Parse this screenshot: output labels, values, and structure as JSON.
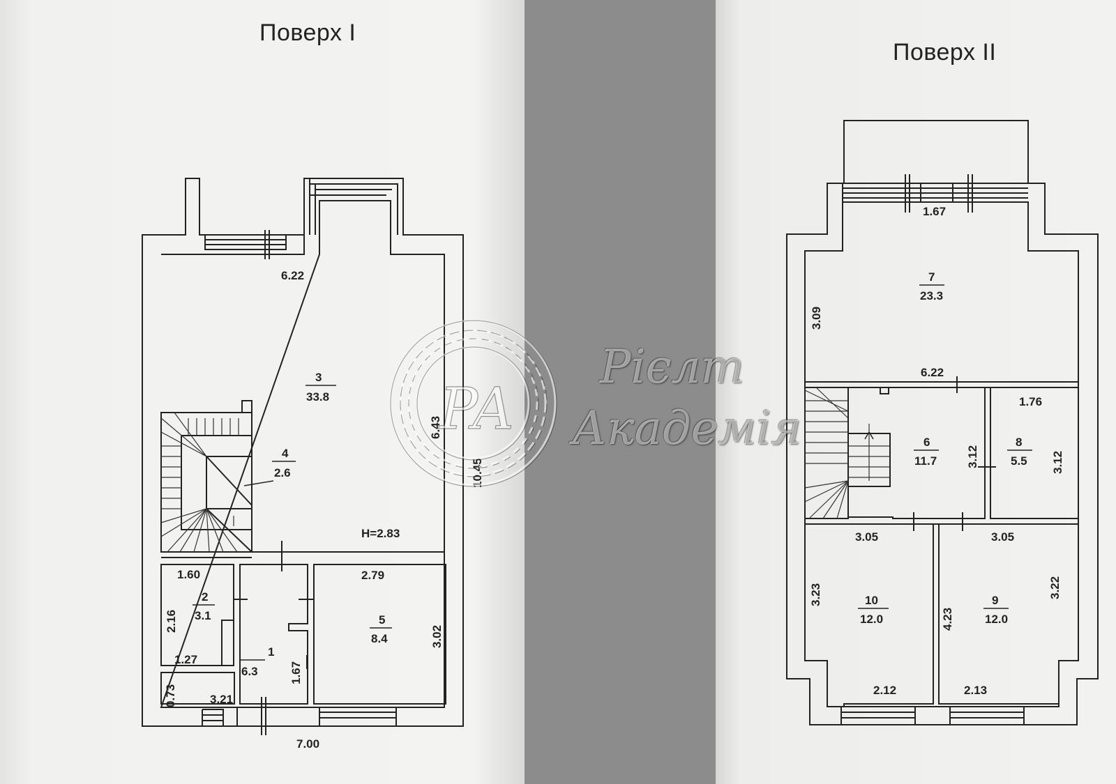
{
  "floor1": {
    "title": "Поверх I",
    "rooms": [
      {
        "num": "1",
        "area": "6.3"
      },
      {
        "num": "2",
        "area": "3.1"
      },
      {
        "num": "3",
        "area": "33.8"
      },
      {
        "num": "4",
        "area": "2.6"
      },
      {
        "num": "5",
        "area": "8.4"
      }
    ],
    "dims": {
      "width_top": "6.22",
      "height_room3": "6.43",
      "total_length": "10.45",
      "ceiling": "H=2.83",
      "room2_width": "1.60",
      "room2_height": "2.16",
      "room1_width": "1.27",
      "room1_height": "1.67",
      "porch_height": "0.73",
      "porch_width": "3.21",
      "room5_width": "2.79",
      "room5_height": "3.02",
      "total_width": "7.00"
    }
  },
  "floor2": {
    "title": "Поверх II",
    "rooms": [
      {
        "num": "6",
        "area": "11.7"
      },
      {
        "num": "7",
        "area": "23.3"
      },
      {
        "num": "8",
        "area": "5.5"
      },
      {
        "num": "9",
        "area": "12.0"
      },
      {
        "num": "10",
        "area": "12.0"
      }
    ],
    "dims": {
      "balcony_width": "1.67",
      "room7_height": "3.09",
      "room7_width": "6.22",
      "room8_width": "1.76",
      "room6_height": "3.12",
      "room8_height": "3.12",
      "room10_width": "3.05",
      "room9_width": "3.05",
      "room10_height": "3.23",
      "room9_inner_height": "4.23",
      "room9_height": "3.22",
      "room10_bottom": "2.12",
      "room9_bottom": "2.13"
    }
  },
  "watermark": {
    "monogram": "PA",
    "line1": "Рієлт",
    "line2": "Академія"
  }
}
